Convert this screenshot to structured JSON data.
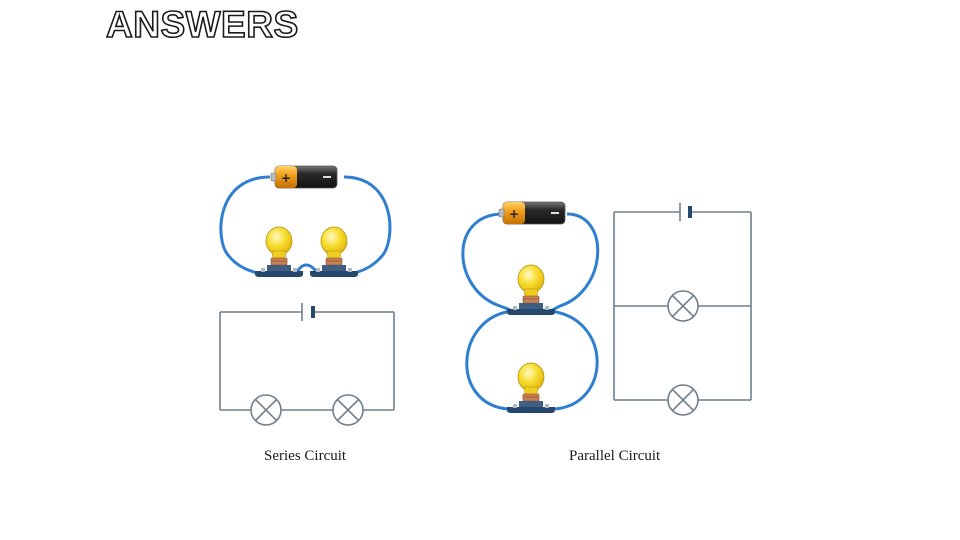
{
  "slide": {
    "title": "ANSWERS"
  },
  "diagrams": {
    "series_caption": "Series Circuit",
    "parallel_caption": "Parallel Circuit"
  },
  "colors": {
    "wire": "#2f7fd1",
    "schematic_line": "#6f7f8c",
    "bulb_glass": "#f4d21c",
    "battery_positive": "#f2a21b",
    "battery_body": "#2a2a2a",
    "base": "#26476e"
  }
}
